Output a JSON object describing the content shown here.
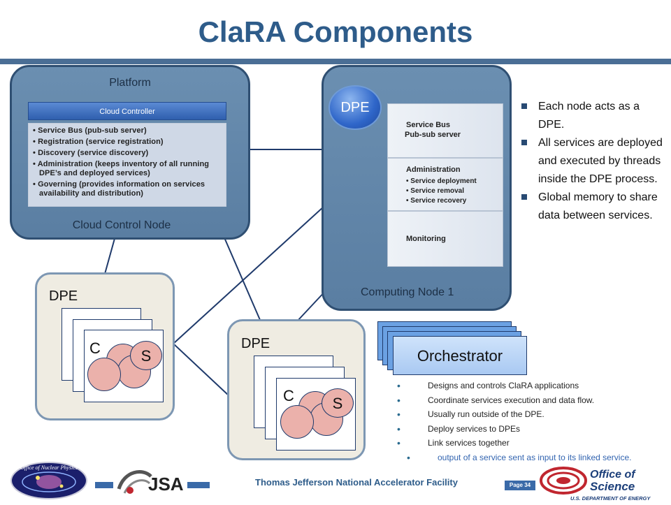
{
  "slide": {
    "title": "ClaRA Components",
    "footer": "Thomas Jefferson National Accelerator Facility",
    "page": "Page 34"
  },
  "cloud_node": {
    "header": "Platform",
    "footer": "Cloud Control Node",
    "controller_title": "Cloud Controller",
    "items": [
      "Service Bus (pub-sub server)",
      "Registration (service registration)",
      "Discovery (service discovery)",
      "Administration (keeps inventory of all running DPE’s and deployed services)",
      "Governing (provides information on services availability and distribution)"
    ]
  },
  "computing_node": {
    "badge": "DPE",
    "footer": "Computing Node 1",
    "service_bus": [
      "Service Bus",
      "Pub-sub server"
    ],
    "administration_title": "Administration",
    "administration_items": [
      "Service deployment",
      "Service removal",
      "Service recovery"
    ],
    "monitoring": "Monitoring"
  },
  "notes": [
    "Each node acts as a DPE.",
    "All services are deployed and executed by threads inside the DPE process.",
    "Global memory to share data between services."
  ],
  "dpe_left": {
    "title": "DPE",
    "c_label": "C",
    "s_label": "S"
  },
  "dpe_mid": {
    "title": "DPE",
    "c_label": "C",
    "s_label": "S"
  },
  "orchestrator": {
    "label": "Orchestrator",
    "items": [
      "Designs and controls ClaRA applications",
      "Coordinate services execution and data flow.",
      "Usually run outside of the DPE.",
      "Deploy services to DPEs",
      "Link services together"
    ],
    "sub_item": "output of a service sent as input to its linked service."
  },
  "logos": {
    "left": "Office of Nuclear Physics",
    "center": "JSA",
    "right_line1": "Office of",
    "right_line2": "Science",
    "right_line3": "U.S. DEPARTMENT OF ENERGY"
  },
  "colors": {
    "title": "#2e5c8a",
    "node_fill": "#6b8fb1",
    "dpe_panel_fill": "#efece2",
    "orchestrator_fill": "#6ba1e3",
    "circle_fill": "#ebb1ab"
  }
}
